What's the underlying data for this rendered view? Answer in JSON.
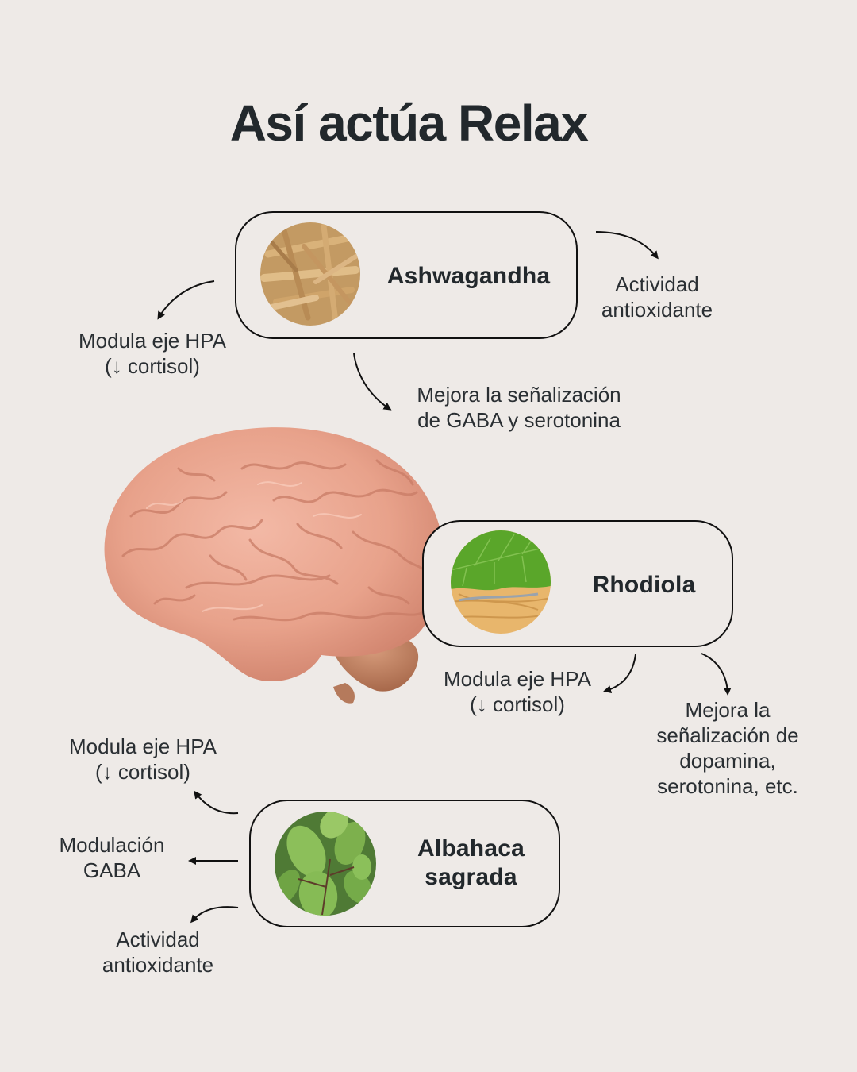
{
  "title": "Así actúa Relax",
  "colors": {
    "background": "#eeeae7",
    "text": "#22282c",
    "border": "#111111",
    "brain": "#e9a38e"
  },
  "center_image": {
    "icon": "brain-illustration"
  },
  "ingredients": [
    {
      "name": "Ashwagandha",
      "image": "ashwagandha-roots-photo",
      "effects": [
        {
          "text_line1": "Actividad",
          "text_line2": "antioxidante"
        },
        {
          "text_line1": "Modula eje HPA",
          "text_line2": "(↓ cortisol)"
        },
        {
          "text_line1": "Mejora la señalización",
          "text_line2": "de GABA y serotonina"
        }
      ]
    },
    {
      "name": "Rhodiola",
      "image": "rhodiola-leaf-root-photo",
      "effects": [
        {
          "text_line1": "Modula eje HPA",
          "text_line2": "(↓ cortisol)"
        },
        {
          "text_line1": "Mejora la",
          "text_line2": "señalización de",
          "text_line3": "dopamina,",
          "text_line4": "serotonina, etc."
        }
      ]
    },
    {
      "name_line1": "Albahaca",
      "name_line2": "sagrada",
      "image": "holy-basil-leaves-photo",
      "effects": [
        {
          "text_line1": "Modula eje HPA",
          "text_line2": "(↓ cortisol)"
        },
        {
          "text_line1": "Modulación",
          "text_line2": "GABA"
        },
        {
          "text_line1": "Actividad",
          "text_line2": "antioxidante"
        }
      ]
    }
  ]
}
